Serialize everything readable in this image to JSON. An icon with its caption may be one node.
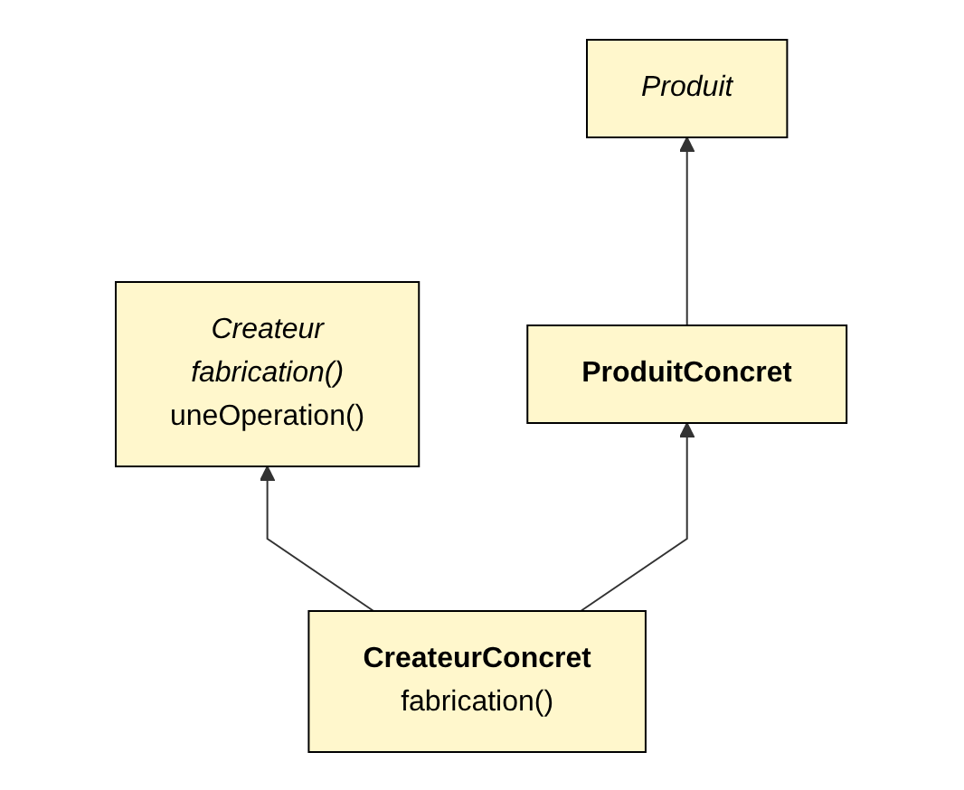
{
  "diagram": {
    "nodes": [
      {
        "text": [
          "Produit"
        ]
      },
      {
        "text": [
          "Createur",
          "fabrication()",
          "uneOperation()"
        ]
      },
      {
        "text": [
          "ProduitConcret"
        ]
      },
      {
        "text": [
          "CreateurConcret",
          "fabrication()"
        ]
      }
    ],
    "edges": [
      {
        "from": 2,
        "to": 0,
        "arrow": "to"
      },
      {
        "from": 3,
        "to": 1,
        "arrow": "to"
      },
      {
        "from": 3,
        "to": 2,
        "arrow": "to"
      }
    ]
  }
}
